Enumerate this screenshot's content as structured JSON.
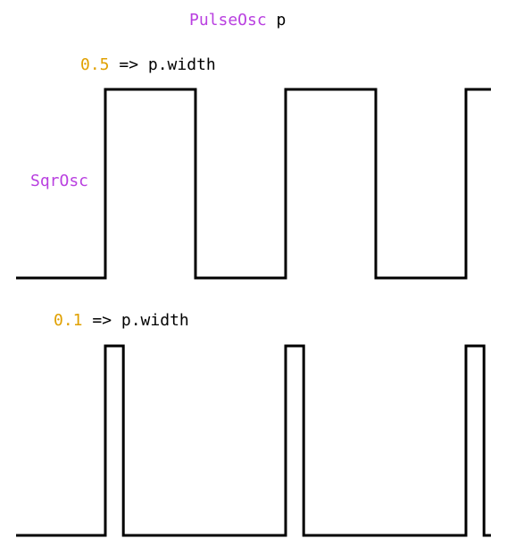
{
  "header": {
    "class_name": "PulseOsc",
    "var_name": "p"
  },
  "side_label": "SqrOsc",
  "waves": [
    {
      "num_first": "0",
      "num_rest": ".5",
      "rest": " => p.width",
      "width": 0.5
    },
    {
      "num_first": "0",
      "num_rest": ".1",
      "rest": " => p.width",
      "width": 0.1
    }
  ],
  "colors": {
    "keyword": "#b940e0",
    "number": "#e0a000",
    "text": "#000000",
    "line": "#000000"
  }
}
